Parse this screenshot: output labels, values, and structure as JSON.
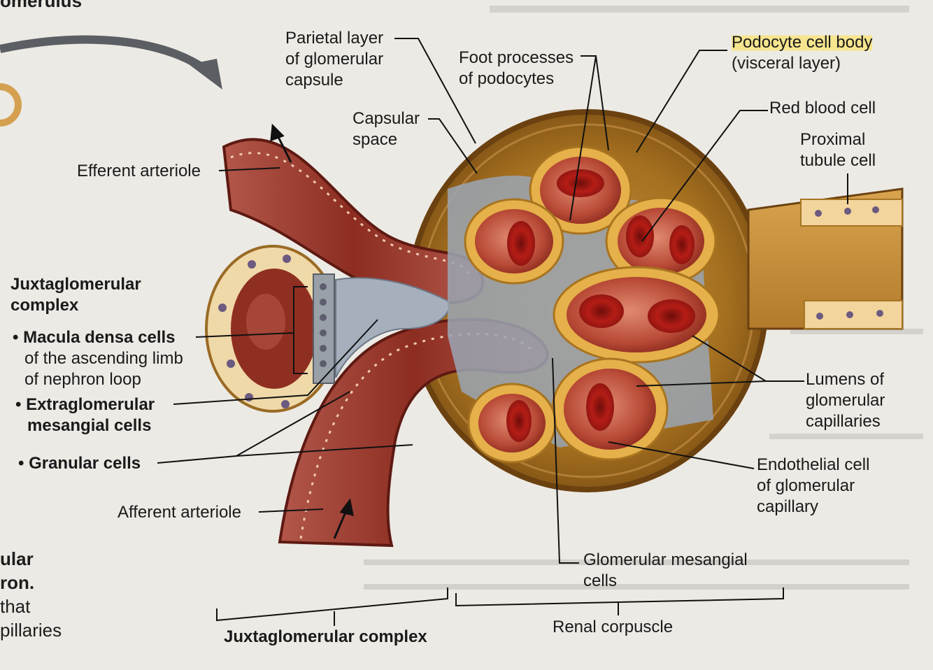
{
  "labels": {
    "parietal_layer": [
      "Parietal layer",
      "of glomerular",
      "capsule"
    ],
    "foot_processes": [
      "Foot processes",
      "of podocytes"
    ],
    "podocyte_cell_body": [
      "Podocyte cell body",
      "(visceral layer)"
    ],
    "capsular_space": [
      "Capsular",
      "space"
    ],
    "red_blood_cell": "Red blood cell",
    "proximal_tubule_cell": [
      "Proximal",
      "tubule cell"
    ],
    "efferent_arteriole": "Efferent arteriole",
    "juxtaglomerular_complex_heading": [
      "Juxtaglomerular",
      "complex"
    ],
    "macula_densa": [
      "• Macula densa cells",
      "of the ascending limb",
      "of nephron loop"
    ],
    "extraglomerular_mesangial": [
      "• Extraglomerular",
      "mesangial cells"
    ],
    "granular_cells": "• Granular cells",
    "lumens": [
      "Lumens of",
      "glomerular",
      "capillaries"
    ],
    "endothelial_cell": [
      "Endothelial cell",
      "of glomerular",
      "capillary"
    ],
    "afferent_arteriole": "Afferent arteriole",
    "glomerular_mesangial": [
      "Glomerular mesangial",
      "cells"
    ],
    "renal_corpuscle": "Renal corpuscle",
    "juxtaglomerular_complex_bottom": "Juxtaglomerular complex"
  },
  "margin_text": {
    "top_left": "omerulus",
    "left_lines": [
      "ular",
      "ron.",
      "that",
      "pillaries"
    ]
  },
  "colors": {
    "background": "#eceae5",
    "capsule": "#a9762a",
    "arteriole": "#8f2f22",
    "podocyte": "#e6b04a",
    "mesangial": "#9aa6b4",
    "label_line": "#111111",
    "highlight": "#f6e58f"
  }
}
